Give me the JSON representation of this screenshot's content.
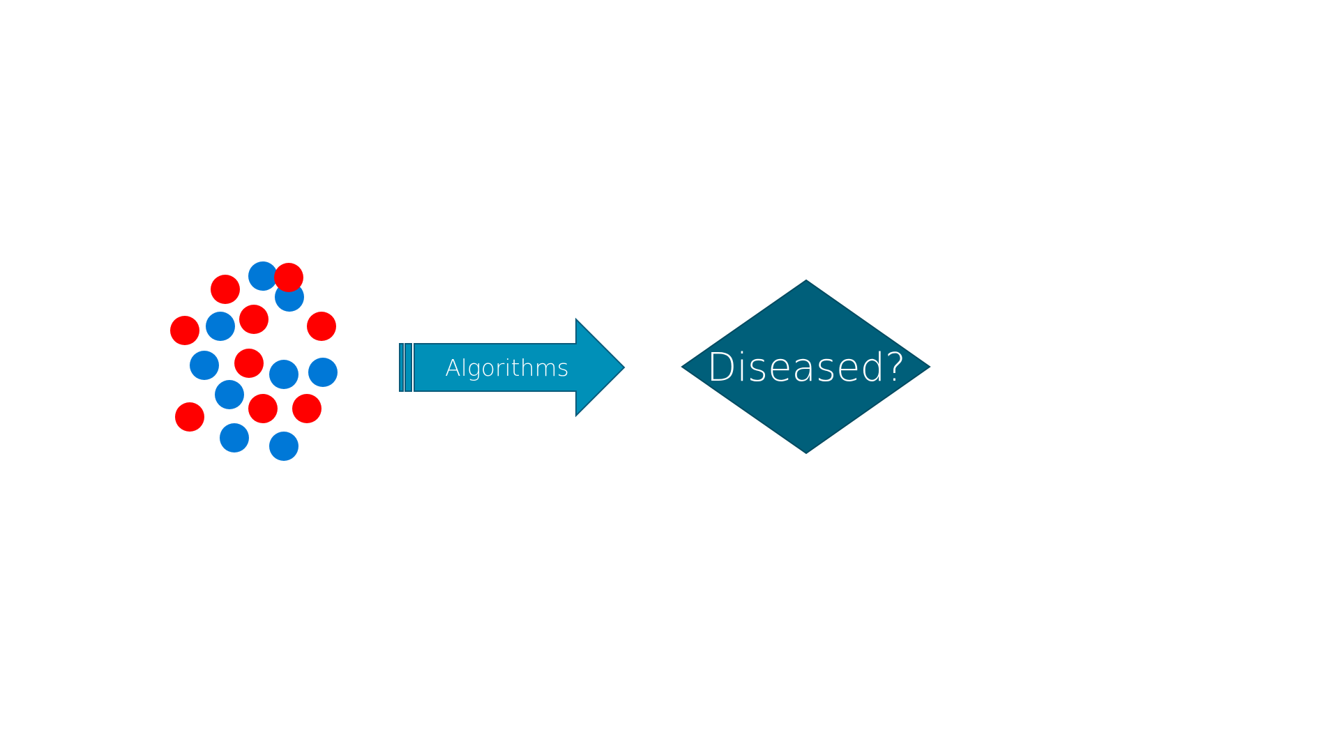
{
  "diagram": {
    "arrow_label": "Algorithms",
    "decision_label": "Diseased?"
  },
  "colors": {
    "background": "#ffffff",
    "positive_dot": "#ff0000",
    "negative_dot": "#0078d7",
    "arrow_fill": "#0090b8",
    "arrow_stroke": "#0a5a7a",
    "decision_fill": "#005f7a"
  },
  "dots": [
    {
      "group": "red"
    },
    {
      "group": "blue"
    },
    {
      "group": "blue"
    },
    {
      "group": "red"
    },
    {
      "group": "blue"
    },
    {
      "group": "red"
    },
    {
      "group": "red"
    },
    {
      "group": "red"
    },
    {
      "group": "blue"
    },
    {
      "group": "red"
    },
    {
      "group": "blue"
    },
    {
      "group": "blue"
    },
    {
      "group": "blue"
    },
    {
      "group": "red"
    },
    {
      "group": "red"
    },
    {
      "group": "red"
    },
    {
      "group": "blue"
    },
    {
      "group": "blue"
    }
  ]
}
